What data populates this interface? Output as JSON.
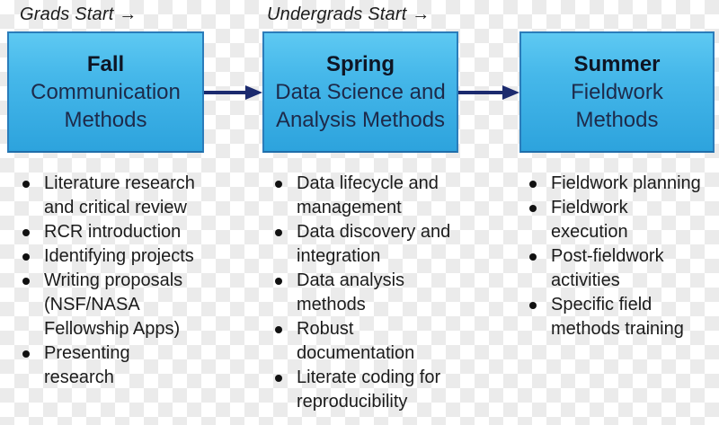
{
  "labels": {
    "grads_start": "Grads Start →",
    "undergrads_start": "Undergrads Start →"
  },
  "stages": [
    {
      "season": "Fall",
      "subtitle": "Communication\nMethods",
      "bullets": [
        "Literature research\nand critical review",
        "RCR introduction",
        "Identifying projects",
        "Writing proposals\n(NSF/NASA\nFellowship Apps)",
        "Presenting\nresearch"
      ]
    },
    {
      "season": "Spring",
      "subtitle": "Data Science and\nAnalysis Methods",
      "bullets": [
        "Data lifecycle and\nmanagement",
        "Data discovery and\nintegration",
        "Data analysis\nmethods",
        "Robust\ndocumentation",
        "Literate coding for\nreproducibility"
      ]
    },
    {
      "season": "Summer",
      "subtitle": "Fieldwork\nMethods",
      "bullets": [
        "Fieldwork planning",
        "Fieldwork\nexecution",
        "Post-fieldwork\nactivities",
        "Specific field\nmethods training"
      ]
    }
  ],
  "colors": {
    "box_gradient_top": "#5ec9f2",
    "box_gradient_bottom": "#2da3dd",
    "box_border": "#2b7cba",
    "arrow": "#1b2a6e",
    "heading_text": "#0e1524",
    "subtitle_text": "#1d2a4a",
    "body_text": "#1b1b1b",
    "checker_light": "#ffffff",
    "checker_gray": "#ebebeb"
  }
}
